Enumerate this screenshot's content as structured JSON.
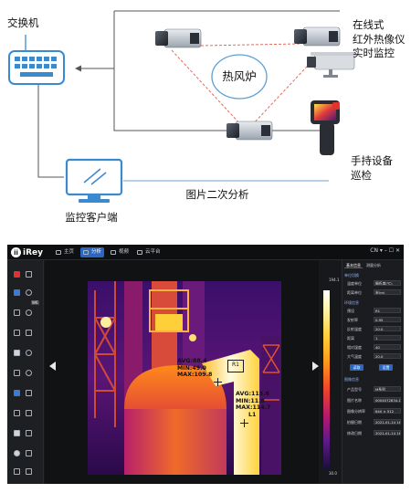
{
  "diagram": {
    "switch_label": "交换机",
    "monitor_label": "监控客户端",
    "stove_label": "热风炉",
    "online_label_1": "在线式",
    "online_label_2": "红外热像仪",
    "online_label_3": "实时监控",
    "handheld_label_1": "手持设备",
    "handheld_label_2": "巡检",
    "analysis_label": "图片二次分析"
  },
  "app": {
    "logo_text": "iRey",
    "tabs": [
      {
        "label": "主页"
      },
      {
        "label": "分析"
      },
      {
        "label": "视频"
      },
      {
        "label": "云平台"
      }
    ],
    "window_controls": "CN ▾  –  ☐  ✕",
    "tool_hint": "W6",
    "scale_max": "194.1",
    "scale_min": "30.0",
    "roi_label": "R1",
    "readout_r1": {
      "avg": "AVG:88.4",
      "min": "MIN:49.0",
      "max": "MAX:109.8"
    },
    "readout_l1": {
      "avg": "AVG:113.6",
      "min": "MIN:11.8",
      "max": "MAX:114.7",
      "name": "L1"
    },
    "panel": {
      "tabs": [
        "基本信息",
        "测量分析"
      ],
      "section_unit": "单位切换",
      "row_temp_unit_label": "温度单位",
      "row_temp_unit_value": "摄氏度(℃)",
      "row_dist_unit_label": "距离单位",
      "row_dist_unit_value": "米(m)",
      "section_env": "环境信息",
      "row_preset_label": "预设",
      "row_preset_value": "R1",
      "row_emiss_label": "发射率",
      "row_emiss_value": "0.95",
      "row_reflect_label": "反射温度",
      "row_reflect_value": "20.0",
      "row_dist_label": "距离",
      "row_dist_value": "1",
      "row_humid_label": "相对湿度",
      "row_humid_value": "40",
      "row_atmos_label": "大气温度",
      "row_atmos_value": "20.0",
      "btn_apply": "读取",
      "btn_set": "设置",
      "section_img": "图像信息",
      "row_model_label": "产品型号",
      "row_model_value": "M系列",
      "row_serial_label": "图片名称",
      "row_serial_value": "0004072834-1R",
      "row_res_label": "图像分辨率",
      "row_res_value": "640 × 512",
      "row_date1_label": "拍摄日期",
      "row_date1_value": "2021-01-14 16:31",
      "row_date2_label": "修改日期",
      "row_date2_value": "2021-01-14 16:31"
    },
    "colors": {
      "accent": "#2a66c2",
      "background": "#17181b"
    }
  }
}
